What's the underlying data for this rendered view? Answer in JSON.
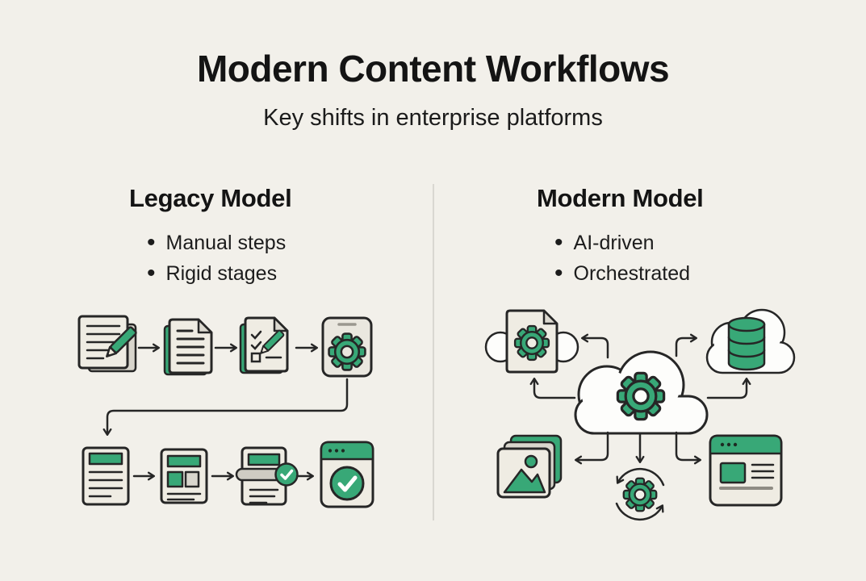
{
  "header": {
    "title": "Modern Content Workflows",
    "subtitle": "Key shifts in enterprise platforms"
  },
  "colors": {
    "background": "#f2f0ea",
    "accent_green": "#38a877",
    "outline": "#262626",
    "paper": "#efece3",
    "divider": "#d9d7d1"
  },
  "legacy": {
    "heading": "Legacy Model",
    "bullets": [
      "Manual steps",
      "Rigid stages"
    ],
    "flow_row1_icons": [
      "draft-document-pencil-icon",
      "document-lines-icon",
      "checklist-review-pencil-icon",
      "process-gear-device-icon"
    ],
    "flow_row2_icons": [
      "formatted-document-icon",
      "layout-document-icon",
      "approved-document-check-icon",
      "published-browser-check-icon"
    ]
  },
  "modern": {
    "heading": "Modern Model",
    "bullets": [
      "AI-driven",
      "Orchestrated"
    ],
    "hub_icon": "cloud-gear-icon",
    "spoke_icons": [
      "cloud-document-gear-icon",
      "cloud-database-icon",
      "image-assets-icon",
      "automation-sync-gear-icon",
      "web-browser-content-icon"
    ]
  }
}
